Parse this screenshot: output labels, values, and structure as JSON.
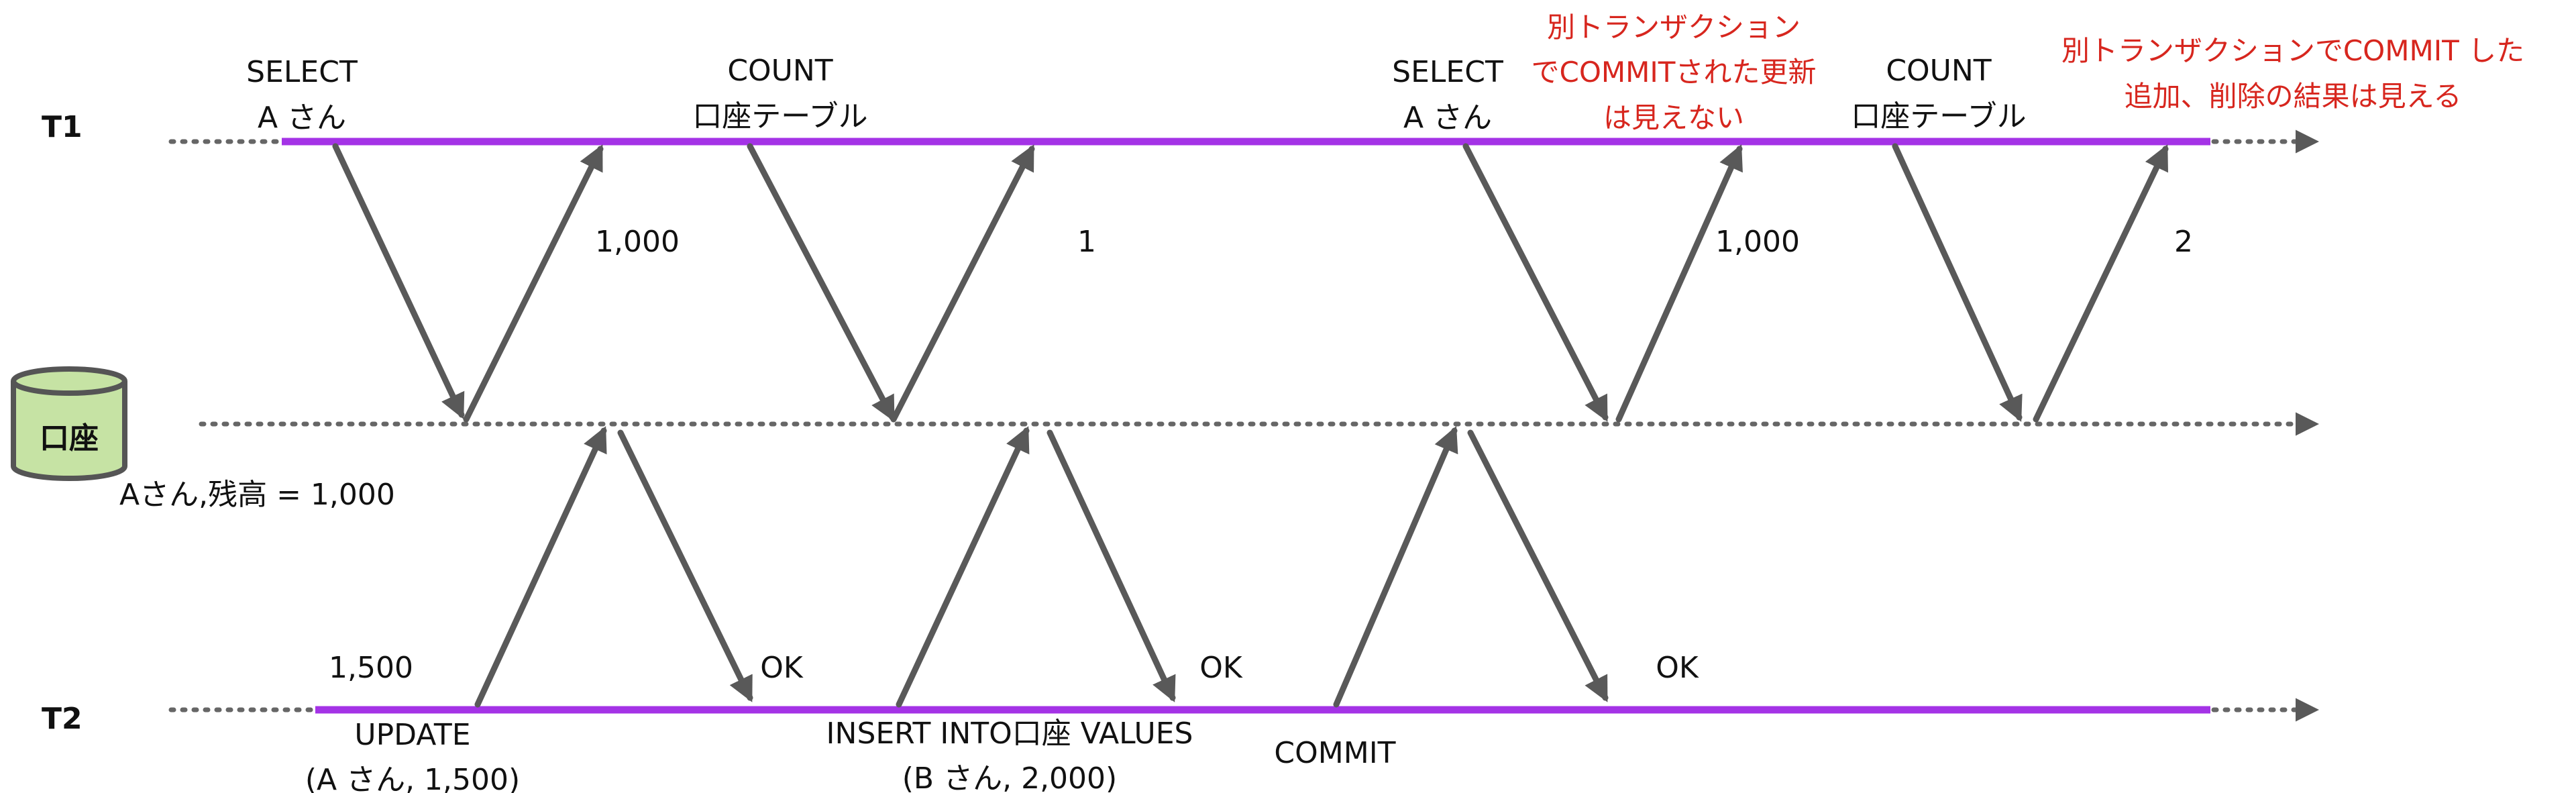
{
  "lanes": {
    "t1": "T1",
    "db": "口座",
    "t2": "T2"
  },
  "db_state": "Aさん,残高 = 1,000",
  "t1_labels": {
    "select1": [
      "SELECT",
      "A さん"
    ],
    "count1": [
      "COUNT",
      "口座テーブル"
    ],
    "select2": [
      "SELECT",
      "A さん"
    ],
    "count2": [
      "COUNT",
      "口座テーブル"
    ]
  },
  "t2_labels": {
    "update": [
      "UPDATE",
      "(A さん, 1,500)"
    ],
    "insert": [
      "INSERT INTO口座  VALUES",
      "(B さん, 2,000)"
    ],
    "commit": [
      "COMMIT"
    ]
  },
  "results": {
    "r1": "1,000",
    "r2": "1",
    "r3": "1,000",
    "r4": "2",
    "update_value": "1,500",
    "ok1": "OK",
    "ok2": "OK",
    "ok3": "OK"
  },
  "notes": {
    "note1": [
      "別トランザクション",
      "でCOMMITされた更新",
      "は見えない"
    ],
    "note2": [
      "別トランザクションでCOMMIT した",
      "追加、削除の結果は見える"
    ]
  },
  "colors": {
    "transaction_line": "#a433e6",
    "arrow": "#595959",
    "db_fill": "#c6e3a4",
    "db_stroke": "#555555",
    "note_text": "#d7261e"
  }
}
